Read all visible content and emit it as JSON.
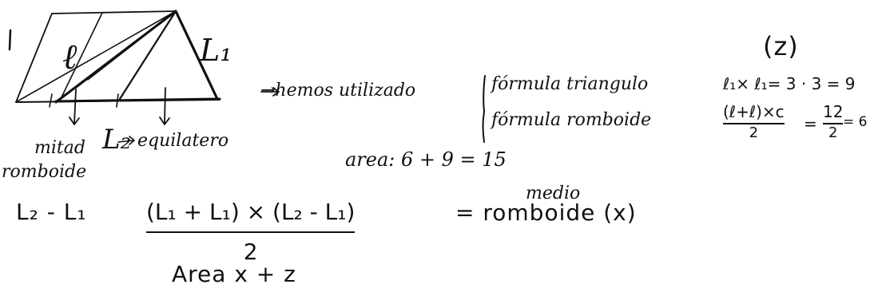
{
  "figure": {
    "tick": "|",
    "label_l": "ℓ",
    "label_L1": "L₁",
    "label_L2": "L₂",
    "note_equilatero": "equilatero",
    "note_mitad": "mitad",
    "note_romboide": "romboide"
  },
  "notes": {
    "arrow_text": "→hemos utilizado",
    "formula_triangulo_label": "fórmula   triangulo",
    "formula_triangulo_expr": "ℓ₁× ℓ₁= 3 · 3 = 9",
    "formula_romboide_label": "fórmula   romboide",
    "romboide_num": "(ℓ+ℓ)×c",
    "romboide_den": "2",
    "romboide_eq": "=",
    "romboide_num2": "12",
    "romboide_den2": "2",
    "romboide_result": "= 6",
    "tag_z": "(z)",
    "area_line": "area:  6  + 9 = 15"
  },
  "bottom": {
    "left_expr": "L₂ - L₁",
    "fraction_num": "(L₁ + L₁) × (L₂ - L₁)",
    "fraction_den": "2",
    "eq_label_top": "medio",
    "eq_label": "= romboide (x)",
    "area_line": "Area   x + z"
  }
}
